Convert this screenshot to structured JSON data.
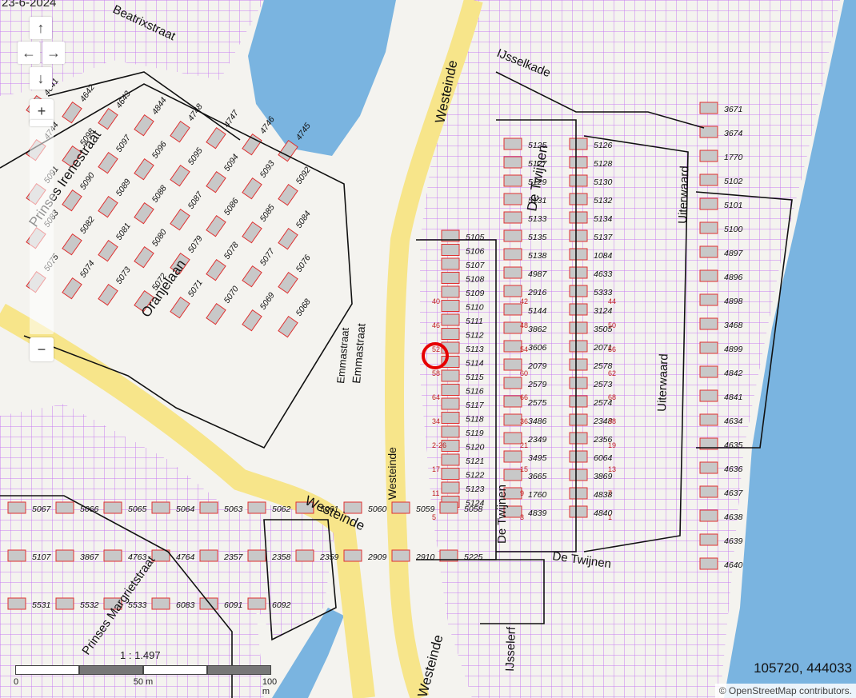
{
  "date_text": "23-6-2024",
  "streets": [
    {
      "name": "Westeinde"
    },
    {
      "name": "Westeinde"
    },
    {
      "name": "Westeinde"
    },
    {
      "name": "Westeinde"
    },
    {
      "name": "De Twijnen"
    },
    {
      "name": "De Twijnen"
    },
    {
      "name": "De Twijnen"
    },
    {
      "name": "Uiterwaard"
    },
    {
      "name": "Uiterwaard"
    },
    {
      "name": "Emmastraat"
    },
    {
      "name": "Emmastraat"
    },
    {
      "name": "Prinses Irenestraat"
    },
    {
      "name": "Oranjelaan"
    },
    {
      "name": "IJsselkade"
    },
    {
      "name": "IJsselerf"
    },
    {
      "name": "Prinses Margrietstraat"
    },
    {
      "name": "Beatrixstraat"
    }
  ],
  "parcels": [
    {
      "id": "5105"
    },
    {
      "id": "5106"
    },
    {
      "id": "5107"
    },
    {
      "id": "5108"
    },
    {
      "id": "5109"
    },
    {
      "id": "5110"
    },
    {
      "id": "5111"
    },
    {
      "id": "5112"
    },
    {
      "id": "5113"
    },
    {
      "id": "5114"
    },
    {
      "id": "5115"
    },
    {
      "id": "5116"
    },
    {
      "id": "5117"
    },
    {
      "id": "5118"
    },
    {
      "id": "5119"
    },
    {
      "id": "5120"
    },
    {
      "id": "5121"
    },
    {
      "id": "5122"
    },
    {
      "id": "5123"
    },
    {
      "id": "5124"
    },
    {
      "id": "5125"
    },
    {
      "id": "5126"
    },
    {
      "id": "5127"
    },
    {
      "id": "5128"
    },
    {
      "id": "5129"
    },
    {
      "id": "5130"
    },
    {
      "id": "5131"
    },
    {
      "id": "5132"
    },
    {
      "id": "5133"
    },
    {
      "id": "5134"
    },
    {
      "id": "5135"
    },
    {
      "id": "5137"
    },
    {
      "id": "5138"
    },
    {
      "id": "1084"
    },
    {
      "id": "4987"
    },
    {
      "id": "4633"
    },
    {
      "id": "2916"
    },
    {
      "id": "5333"
    },
    {
      "id": "5144"
    },
    {
      "id": "3124"
    },
    {
      "id": "3862"
    },
    {
      "id": "3505"
    },
    {
      "id": "3606"
    },
    {
      "id": "2071"
    },
    {
      "id": "2079"
    },
    {
      "id": "2578"
    },
    {
      "id": "2579"
    },
    {
      "id": "2573"
    },
    {
      "id": "2575"
    },
    {
      "id": "2574"
    },
    {
      "id": "3486"
    },
    {
      "id": "2348"
    },
    {
      "id": "2349"
    },
    {
      "id": "2356"
    },
    {
      "id": "3495"
    },
    {
      "id": "6064"
    },
    {
      "id": "3665"
    },
    {
      "id": "3869"
    },
    {
      "id": "1760"
    },
    {
      "id": "4838"
    },
    {
      "id": "4839"
    },
    {
      "id": "4840"
    },
    {
      "id": "3671"
    },
    {
      "id": "3674"
    },
    {
      "id": "1770"
    },
    {
      "id": "5102"
    },
    {
      "id": "5101"
    },
    {
      "id": "5100"
    },
    {
      "id": "4897"
    },
    {
      "id": "4896"
    },
    {
      "id": "4898"
    },
    {
      "id": "3468"
    },
    {
      "id": "4899"
    },
    {
      "id": "4842"
    },
    {
      "id": "4841"
    },
    {
      "id": "4634"
    },
    {
      "id": "4635"
    },
    {
      "id": "4636"
    },
    {
      "id": "4637"
    },
    {
      "id": "4638"
    },
    {
      "id": "4639"
    },
    {
      "id": "4640"
    },
    {
      "id": "4641"
    },
    {
      "id": "4642"
    },
    {
      "id": "4643"
    },
    {
      "id": "4844"
    },
    {
      "id": "4748"
    },
    {
      "id": "4747"
    },
    {
      "id": "4746"
    },
    {
      "id": "4745"
    },
    {
      "id": "4744"
    },
    {
      "id": "5098"
    },
    {
      "id": "5097"
    },
    {
      "id": "5096"
    },
    {
      "id": "5095"
    },
    {
      "id": "5094"
    },
    {
      "id": "5093"
    },
    {
      "id": "5092"
    },
    {
      "id": "5091"
    },
    {
      "id": "5090"
    },
    {
      "id": "5089"
    },
    {
      "id": "5088"
    },
    {
      "id": "5087"
    },
    {
      "id": "5086"
    },
    {
      "id": "5085"
    },
    {
      "id": "5084"
    },
    {
      "id": "5083"
    },
    {
      "id": "5082"
    },
    {
      "id": "5081"
    },
    {
      "id": "5080"
    },
    {
      "id": "5079"
    },
    {
      "id": "5078"
    },
    {
      "id": "5077"
    },
    {
      "id": "5076"
    },
    {
      "id": "5075"
    },
    {
      "id": "5074"
    },
    {
      "id": "5073"
    },
    {
      "id": "5072"
    },
    {
      "id": "5071"
    },
    {
      "id": "5070"
    },
    {
      "id": "5069"
    },
    {
      "id": "5068"
    },
    {
      "id": "5067"
    },
    {
      "id": "5066"
    },
    {
      "id": "5065"
    },
    {
      "id": "5064"
    },
    {
      "id": "5063"
    },
    {
      "id": "5062"
    },
    {
      "id": "5061"
    },
    {
      "id": "5060"
    },
    {
      "id": "5059"
    },
    {
      "id": "5058"
    },
    {
      "id": "5107"
    },
    {
      "id": "3867"
    },
    {
      "id": "4763"
    },
    {
      "id": "4764"
    },
    {
      "id": "2357"
    },
    {
      "id": "2358"
    },
    {
      "id": "2359"
    },
    {
      "id": "2909"
    },
    {
      "id": "2910"
    },
    {
      "id": "5225"
    },
    {
      "id": "5531"
    },
    {
      "id": "5532"
    },
    {
      "id": "5533"
    },
    {
      "id": "6083"
    },
    {
      "id": "6091"
    },
    {
      "id": "6092"
    }
  ],
  "house_numbers": [
    "40",
    "42",
    "44",
    "46",
    "48",
    "50",
    "52",
    "54",
    "56",
    "58",
    "60",
    "62",
    "64",
    "66",
    "68",
    "34",
    "36",
    "38",
    "2-26",
    "21",
    "19",
    "17",
    "15",
    "13",
    "11",
    "9",
    "7",
    "5",
    "3",
    "1"
  ],
  "marker": {
    "color": "#e60000"
  },
  "nav": {
    "up": "↑",
    "left": "←",
    "right": "→",
    "down": "↓"
  },
  "zoom": {
    "in_label": "+",
    "out_label": "−"
  },
  "scale": {
    "ratio_text": "1 : 1.497",
    "labels": [
      "0",
      "50 m",
      "100 m"
    ]
  },
  "coordinates": "105720, 444033",
  "attribution": "© OpenStreetMap contributors.",
  "colors": {
    "water": "#7ab4e0",
    "road": "#f7e58a",
    "grid": "#c77cf2",
    "building": "#c8c8c8",
    "parcel_line": "#111111",
    "building_outline": "#e03030",
    "land": "#f4f3ef"
  }
}
